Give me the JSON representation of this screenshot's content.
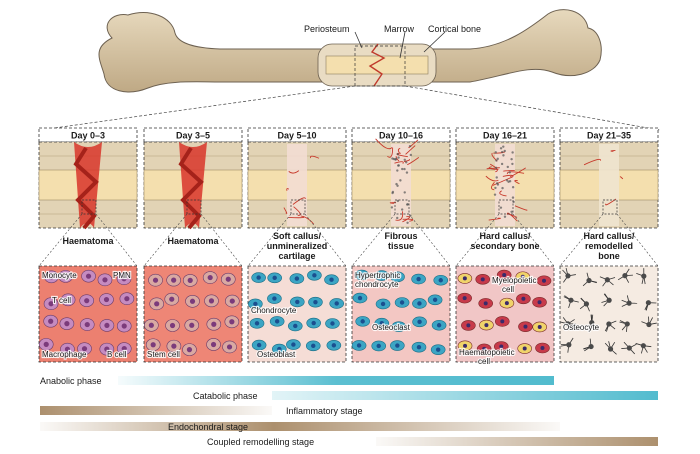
{
  "bone_labels": {
    "periosteum": "Periosteum",
    "marrow": "Marrow",
    "cortical": "Cortical bone"
  },
  "stages": [
    {
      "day": "Day 0–3",
      "title_lines": [
        "Haematoma"
      ],
      "cells": [
        "Monocyte",
        "PMN",
        "T cell",
        "Macrophage",
        "B cell"
      ]
    },
    {
      "day": "Day 3–5",
      "title_lines": [
        "Haematoma"
      ],
      "cells": [
        "Stem cell"
      ]
    },
    {
      "day": "Day 5–10",
      "title_lines": [
        "Soft callus/",
        "unmineralized",
        "cartilage"
      ],
      "cells": [
        "Chondrocyte",
        "Osteoblast"
      ]
    },
    {
      "day": "Day 10–16",
      "title_lines": [
        "Fibrous",
        "tissue"
      ],
      "cells": [
        "Hypertrophic",
        "chondrocyte",
        "Osteoclast"
      ]
    },
    {
      "day": "Day 16–21",
      "title_lines": [
        "Hard callus/",
        "secondary bone"
      ],
      "cells": [
        "Myelopoietic",
        "cell",
        "Haematopoietic",
        "cell"
      ]
    },
    {
      "day": "Day 21–35",
      "title_lines": [
        "Hard callus/",
        "remodelled",
        "bone"
      ],
      "cells": [
        "Osteocyte"
      ]
    }
  ],
  "phases": [
    {
      "label": "Anabolic phase",
      "color": "#3fb4c9"
    },
    {
      "label": "Catabolic phase",
      "color": "#3fb4c9"
    },
    {
      "label": "Inflammatory stage",
      "color": "#a88a66"
    },
    {
      "label": "Endochondral stage",
      "color": "#a88a66"
    },
    {
      "label": "Coupled remodelling stage",
      "color": "#a88a66"
    }
  ],
  "colors": {
    "bone": "#d8c6a3",
    "marrow": "#f4dfae",
    "blood": "#d8352a",
    "tissue_red": "#ec8070",
    "tissue_pink": "#f3c4bd",
    "teal": "#2aa0b8"
  }
}
